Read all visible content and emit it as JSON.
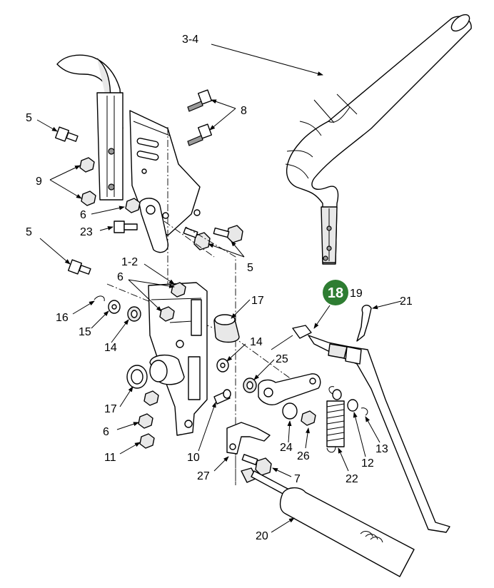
{
  "callouts": {
    "c34": "3-4",
    "c8": "8",
    "c5a": "5",
    "c9": "9",
    "c6a": "6",
    "c23": "23",
    "c5b": "5",
    "c5c": "5",
    "c12a": "1-2",
    "c6b": "6",
    "c16": "16",
    "c15": "15",
    "c14a": "14",
    "c17a": "17",
    "c14b": "14",
    "c25": "25",
    "c17b": "17",
    "c6c": "6",
    "c11": "11",
    "c10": "10",
    "c27": "27",
    "c24": "24",
    "c26": "26",
    "c22": "22",
    "c12": "12",
    "c13": "13",
    "c7": "7",
    "c20": "20",
    "c19": "19",
    "c21": "21"
  },
  "highlight": {
    "label": "18",
    "color": "#2e7d32"
  }
}
